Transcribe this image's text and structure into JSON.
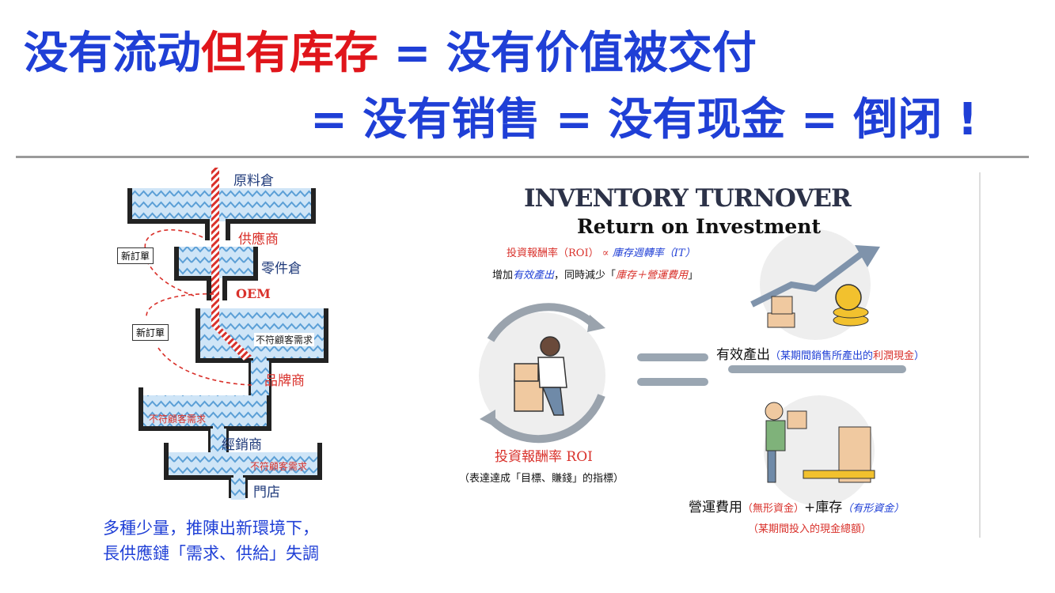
{
  "headline": {
    "line1": [
      {
        "text": "没有流动",
        "color": "blue"
      },
      {
        "text": "但有库存",
        "color": "red"
      },
      {
        "text": " = 没有价值被交付",
        "color": "blue"
      }
    ],
    "line2": "= 没有销售 = 没有现金 = 倒闭 !"
  },
  "colors": {
    "headline_blue": "#1f3fd6",
    "headline_red": "#e0151b",
    "water": "#b8d8f0",
    "pipe_red": "#d9312b",
    "navy": "#1f3a7a"
  },
  "supply_chain": {
    "nodes": {
      "raw_warehouse": "原料倉",
      "supplier": "供應商",
      "parts_warehouse": "零件倉",
      "oem": "OEM",
      "brand": "品牌商",
      "distributor": "經銷商",
      "store": "門店"
    },
    "new_order_1": "新訂單",
    "new_order_2": "新訂單",
    "mismatch_1": "不符顧客需求",
    "mismatch_2": "不符顧客需求",
    "mismatch_3": "不符顧客需求",
    "caption_line1": "多種少量，推陳出新環境下，",
    "caption_line2": "長供應鏈「需求、供給」失調"
  },
  "turnover": {
    "title": "INVENTORY TURNOVER",
    "subtitle": "Return on Investment",
    "formula_roi": "投資報酬率（ROI）",
    "formula_prop": "∝",
    "formula_it": "庫存週轉率（IT）",
    "increase_prefix": "增加",
    "increase_output": "有效產出",
    "increase_mid": "，同時減少「",
    "increase_inventory": "庫存＋營運費用",
    "increase_suffix": "」",
    "roi_label": "投資報酬率 ROI",
    "roi_note": "（表達達成「目標、賺錢」的指標）",
    "output_label": "有效產出",
    "output_note_open": "（某期間銷售所產出的",
    "output_note_profit": "利潤現金",
    "output_note_close": "）",
    "cost_label": "營運費用",
    "cost_intangible": "（無形資金）",
    "cost_plus": "+庫存",
    "cost_tangible": "（有形資金）",
    "cost_note": "（某期間投入的現金總額）"
  }
}
